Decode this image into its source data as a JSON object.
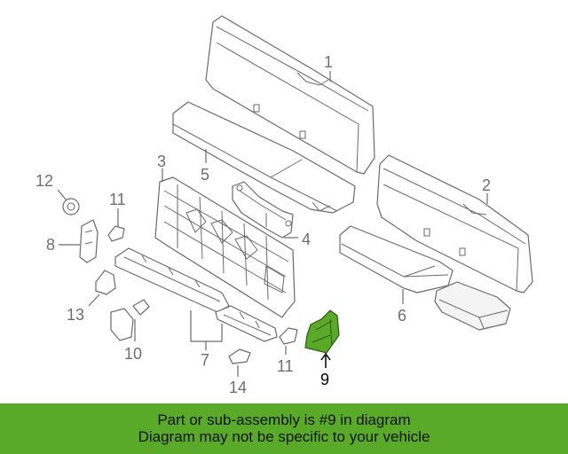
{
  "diagram": {
    "callouts": {
      "c1": "1",
      "c2": "2",
      "c3": "3",
      "c4": "4",
      "c5": "5",
      "c6": "6",
      "c7": "7",
      "c8": "8",
      "c9": "9",
      "c10": "10",
      "c11a": "11",
      "c11b": "11",
      "c12": "12",
      "c13": "13",
      "c14": "14"
    },
    "highlight_part": "9",
    "highlight_color": "#5aaa2a"
  },
  "banner": {
    "line1": "Part or sub-assembly is #9 in diagram",
    "line2": "Diagram may not be specific to your vehicle",
    "background": "#5aaa2a"
  }
}
